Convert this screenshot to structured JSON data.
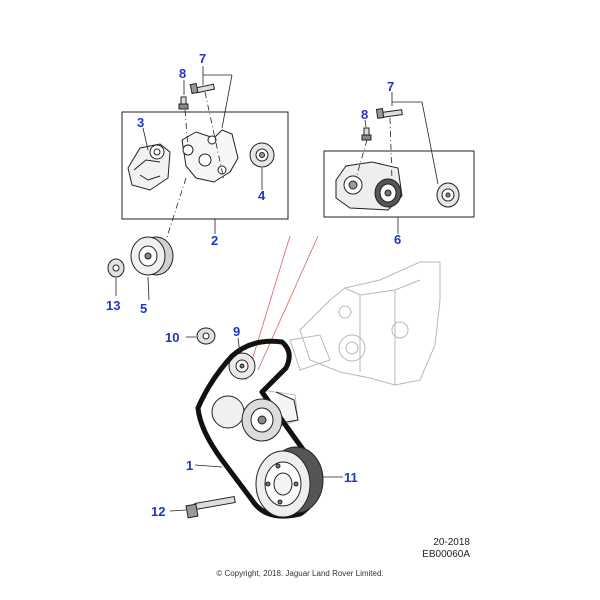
{
  "callouts": {
    "c1": "1",
    "c2": "2",
    "c3": "3",
    "c4": "4",
    "c5": "5",
    "c6": "6",
    "c7a": "7",
    "c7b": "7",
    "c8a": "8",
    "c8b": "8",
    "c9": "9",
    "c10": "10",
    "c11": "11",
    "c12": "12",
    "c13": "13"
  },
  "colors": {
    "callout": "#1f35c6",
    "leader": "#222222",
    "engine": "#b8b8b8",
    "belt": "#111111",
    "red_line": "#e06060"
  },
  "footer": {
    "date": "20-2018",
    "code": "EB00060A",
    "copyright": "© Copyright, 2018. Jaguar Land Rover Limited."
  }
}
